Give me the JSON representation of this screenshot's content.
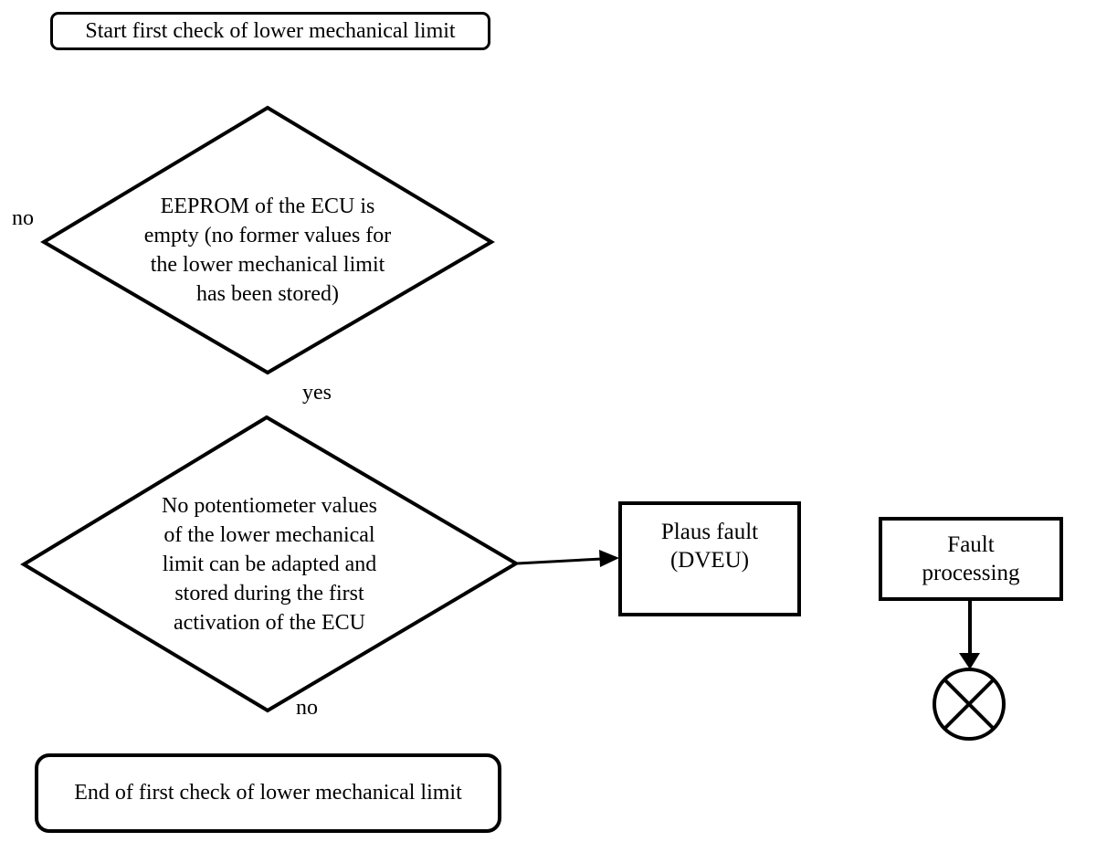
{
  "diagram": {
    "type": "flowchart",
    "background_color": "#ffffff",
    "stroke_color": "#000000",
    "nodes": {
      "start": {
        "shape": "rounded-rectangle",
        "label": "Start first check of lower mechanical limit"
      },
      "decision1": {
        "shape": "diamond",
        "lines": [
          "EEPROM of the ECU is",
          "empty (no former values for",
          "the lower mechanical limit",
          "has been stored)"
        ],
        "branch_no": "no",
        "branch_yes": "yes"
      },
      "decision2": {
        "shape": "diamond",
        "lines": [
          "No potentiometer values",
          "of the lower mechanical",
          "limit can be adapted and",
          "stored during the first",
          "activation of the ECU"
        ],
        "branch_no": "no"
      },
      "plaus_fault": {
        "shape": "rectangle",
        "line1": "Plaus fault",
        "line2": "(DVEU)"
      },
      "fault_processing": {
        "shape": "rectangle",
        "line1": "Fault",
        "line2": "processing"
      },
      "end": {
        "shape": "rounded-rectangle",
        "label": "End of first check of lower mechanical limit"
      },
      "connector": {
        "shape": "crossed-circle"
      }
    }
  }
}
